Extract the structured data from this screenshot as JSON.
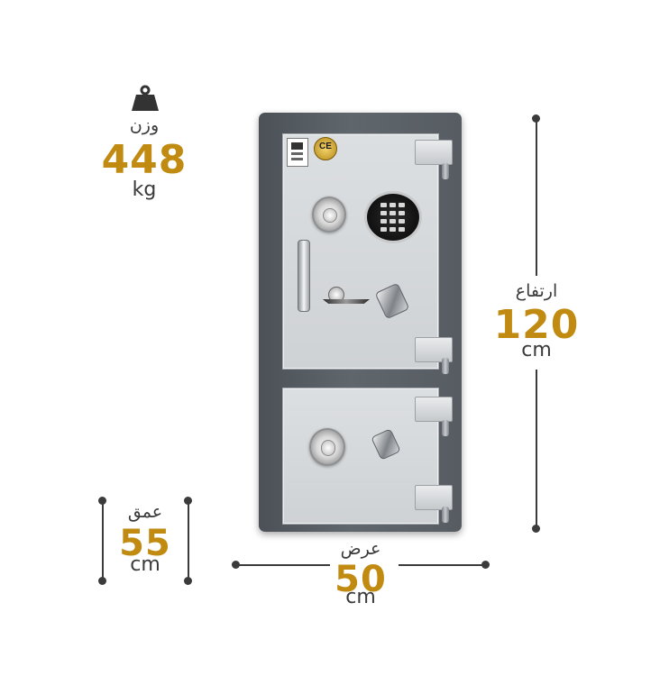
{
  "specs": {
    "weight": {
      "label": "وزن",
      "value": "448",
      "unit": "kg",
      "icon": "weight-icon"
    },
    "height": {
      "label": "ارتفاع",
      "value": "120",
      "unit": "cm"
    },
    "depth": {
      "label": "عمق",
      "value": "55",
      "unit": "cm"
    },
    "width": {
      "label": "عرض",
      "value": "50",
      "unit": "cm"
    }
  },
  "safe": {
    "badges": [
      "CE"
    ],
    "doors": [
      "upper-door",
      "lower-door"
    ]
  },
  "colors": {
    "value_gold": "#c18a10",
    "text_dark": "#3a3a3a",
    "safe_body": "#565c62",
    "door_panel": "#d5d8db"
  }
}
